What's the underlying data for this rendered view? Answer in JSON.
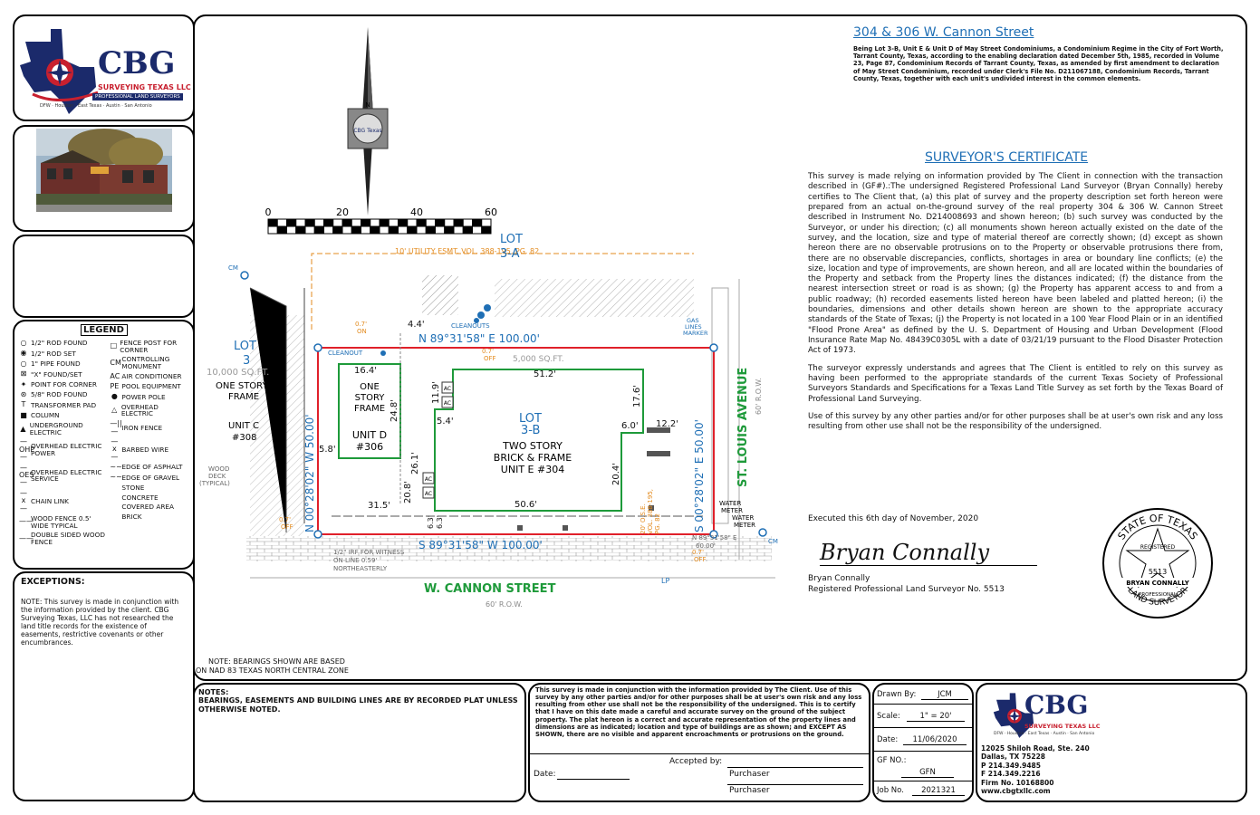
{
  "company": {
    "name": "CBG",
    "subname": "SURVEYING TEXAS LLC",
    "tagline": "PROFESSIONAL LAND SURVEYORS",
    "cities": "DFW · Houston · East Texas · Austin · San Antonio",
    "address1": "12025 Shiloh Road, Ste. 240",
    "address2": "Dallas, TX 75228",
    "phone": "P 214.349.9485",
    "fax": "F 214.349.2216",
    "firm": "Firm No. 10168800",
    "web": "www.cbgtxllc.com"
  },
  "colors": {
    "brand_red": "#c8202f",
    "brand_navy": "#1b2a6b",
    "boundary": "#e0202a",
    "building": "#1e9a3a",
    "easement": "#e38b1f",
    "label_blue": "#1f6fb5"
  },
  "legend": {
    "title": "LEGEND",
    "left": [
      {
        "sym": "○",
        "label": "1/2\" ROD FOUND"
      },
      {
        "sym": "◉",
        "label": "1/2\" ROD SET"
      },
      {
        "sym": "○",
        "label": "1\" PIPE FOUND"
      },
      {
        "sym": "⊠",
        "label": "\"X\" FOUND/SET"
      },
      {
        "sym": "✦",
        "label": "POINT FOR CORNER"
      },
      {
        "sym": "⊛",
        "label": "5/8\" ROD FOUND"
      },
      {
        "sym": "T",
        "label": "TRANSFORMER PAD"
      },
      {
        "sym": "■",
        "label": "COLUMN"
      },
      {
        "sym": "▲",
        "label": "UNDERGROUND ELECTRIC"
      },
      {
        "sym": "—OHP—",
        "label": "OVERHEAD ELECTRIC POWER"
      },
      {
        "sym": "—OES—",
        "label": "OVERHEAD ELECTRIC SERVICE"
      },
      {
        "sym": "—x—",
        "label": "CHAIN LINK"
      },
      {
        "sym": "——",
        "label": "WOOD FENCE 0.5' WIDE TYPICAL"
      },
      {
        "sym": "——",
        "label": "DOUBLE SIDED WOOD FENCE"
      }
    ],
    "right": [
      {
        "sym": "□",
        "label": "FENCE POST FOR CORNER"
      },
      {
        "sym": "CM",
        "label": "CONTROLLING MONUMENT"
      },
      {
        "sym": "AC",
        "label": "AIR CONDITIONER"
      },
      {
        "sym": "PE",
        "label": "POOL EQUIPMENT"
      },
      {
        "sym": "●",
        "label": "POWER POLE"
      },
      {
        "sym": "△",
        "label": "OVERHEAD ELECTRIC"
      },
      {
        "sym": "—||—",
        "label": "IRON FENCE"
      },
      {
        "sym": "—x—",
        "label": "BARBED WIRE"
      },
      {
        "sym": "~~",
        "label": "EDGE OF ASPHALT"
      },
      {
        "sym": "~~",
        "label": "EDGE OF GRAVEL"
      },
      {
        "sym": "",
        "label": "STONE"
      },
      {
        "sym": "",
        "label": "CONCRETE"
      },
      {
        "sym": "",
        "label": "COVERED AREA"
      },
      {
        "sym": "",
        "label": "BRICK"
      }
    ]
  },
  "exceptions": {
    "title": "EXCEPTIONS:",
    "note": "NOTE: This survey is made in conjunction with the information provided by the client. CBG Surveying Texas, LLC has not researched the land title records for the existence of easements, restrictive covenants or other encumbrances."
  },
  "drawing": {
    "scale_ticks": [
      "0",
      "20",
      "40",
      "60"
    ],
    "bearing_note_1": "NOTE: BEARINGS SHOWN ARE BASED",
    "bearing_note_2": "ON NAD 83 TEXAS NORTH CENTRAL ZONE",
    "compass_label": "CBG Texas",
    "lot_3a": "LOT\n3-A",
    "lot_3": "LOT\n3",
    "lot_3_area": "10,000 SQ.FT.",
    "lot_3_desc": "ONE STORY\nFRAME",
    "unit_c": "UNIT C\n#308",
    "wood_deck": "WOOD\nDECK\n(TYPICAL)",
    "lot_3b": "LOT\n3-B",
    "lot_3b_desc": "TWO STORY\nBRICK & FRAME\nUNIT E #304",
    "unit_d_desc": "ONE\nSTORY\nFRAME",
    "unit_d": "UNIT D\n#306",
    "area": "5,000 SQ.FT.",
    "utility_esmt": "10' UTILITY ESMT.\nVOL. 388-195, PG. 82",
    "ose": "20' O.S.E.\nVOL. 388-195,\nPG. 82",
    "north_bearing": "N 89°31'58\" E 100.00'",
    "south_bearing": "S 89°31'58\" W 100.00'",
    "west_bearing": "N 00°28'02\" W 50.00'",
    "east_bearing": "S 00°28'02\" E 50.00'",
    "dims": [
      "16.4'",
      "24.8'",
      "5.8'",
      "51.2'",
      "11.9'",
      "5.4'",
      "17.6'",
      "6.0'",
      "12.2'",
      "26.1'",
      "20.4'",
      "31.5'",
      "20.8'",
      "50.6'",
      "6.3'",
      "6.3'",
      "4.4'",
      "0.7'\nON",
      "0.7'\nOFF",
      "0.7'\nOFF",
      "0.7'\nOFF"
    ],
    "street_south": "W. CANNON STREET",
    "street_south_row": "60' R.O.W.",
    "street_east": "ST. LOUIS AVENUE",
    "street_east_row": "60' R.O.W.",
    "cleanout": "CLEANOUT",
    "cleanouts": "CLEANOUTS",
    "gas_marker": "GAS\nLINES\nMARKER",
    "water_meter": "WATER\nMETER",
    "irf_note": "1/2\" IRF FOR WITNESS\nON LINE 0.59'\nNORTHEASTERLY",
    "east_small_bearing": "N 89°31'58\" E\n60.00'",
    "cm": "CM",
    "lp": "LP",
    "ac": "AC"
  },
  "header": {
    "title": "304 & 306 W. Cannon Street",
    "description": "Being Lot 3-B, Unit E & Unit D of May Street Condominiums, a Condominium Regime in the City of Fort Worth, Tarrant County, Texas, according to the enabling declaration dated December 5th, 1985, recorded in Volume 23, Page 87, Condominium Records of Tarrant County, Texas, as amended by first amendment to declaration of May Street Condominium, recorded under Clerk's File No. D211067188, Condominium Records, Tarrant County, Texas, together with each unit's undivided interest in the common elements."
  },
  "certificate": {
    "title": "SURVEYOR'S CERTIFICATE",
    "p1": "This survey is made relying on information provided by The Client in connection with the transaction described in (GF#).:The undersigned Registered Professional Land Surveyor (Bryan Connally) hereby certifies to The Client that, (a) this plat of survey and the property description set forth hereon were prepared from an actual on-the-ground survey of the real property 304 & 306 W. Cannon Street described in Instrument No. D214008693 and shown hereon; (b) such survey was conducted by the Surveyor, or under his direction; (c) all monuments shown hereon actually existed on the date of the survey, and the location, size and type of material thereof are correctly shown; (d) except as shown hereon there are no observable protrusions on to the Property or observable protrusions there from, there are no observable discrepancies, conflicts, shortages in area or boundary line conflicts; (e) the size, location and type of improvements, are shown hereon, and all are located within the boundaries of the Property and setback from the Property lines the distances indicated; (f) the distance from the nearest intersection street or road is as shown; (g) the Property has apparent access to and from a public roadway; (h) recorded easements listed hereon have been labeled and platted hereon; (i) the boundaries, dimensions and other details shown hereon are shown to the appropriate accuracy standards of the State of Texas; (j) the Property is not located in a 100 Year Flood Plain or in an identified \"Flood Prone Area\" as defined by the U. S. Department of Housing and Urban Development (Flood Insurance Rate Map No. 48439C0305L with a date of 03/21/19 pursuant to the Flood Disaster Protection Act of 1973.",
    "p2": "The surveyor expressly understands and agrees that The Client is entitled to rely on this survey as having been performed to the appropriate standards of the current Texas Society of Professional Surveyors Standards and Specifications for a Texas Land Title Survey as set forth by the Texas Board of Professional Land Surveying.",
    "p3": "Use of this survey by any other parties and/or for other purposes shall be at user's own risk and any loss resulting from other use shall not be the responsibility of the undersigned.",
    "executed": "Executed this 6th day of November, 2020",
    "signature": "Bryan Connally",
    "surveyor_name": "Bryan Connally",
    "surveyor_reg": "Registered Professional Land Surveyor No. 5513"
  },
  "seal": {
    "top": "STATE OF TEXAS",
    "registered": "REGISTERED",
    "professional": "PROFESSIONAL",
    "number": "5513",
    "name": "BRYAN CONNALLY",
    "bottom": "LAND SURVEYOR"
  },
  "footer": {
    "notes_title": "NOTES:",
    "notes_text": "BEARINGS, EASEMENTS AND BUILDING LINES ARE BY RECORDED PLAT UNLESS OTHERWISE NOTED.",
    "disclaimer": "This survey is made in conjunction with the information provided by The Client. Use of this survey by any other parties and/or for other purposes shall be at user's own risk and any loss resulting from other use shall not be the responsibility of the undersigned. This is to certify that I have on this date made a careful and accurate survey on the ground of the subject property. The plat hereon is a correct and accurate representation of the property lines and dimensions are as indicated; location and type of buildings are as shown; and EXCEPT AS SHOWN, there are no visible and apparent encroachments or protrusions on the ground.",
    "accepted_by": "Accepted by:",
    "date_label": "Date:",
    "purchaser": "Purchaser",
    "drawn_by_label": "Drawn By:",
    "drawn_by": "JCM",
    "scale_label": "Scale:",
    "scale": "1\" = 20'",
    "date2_label": "Date:",
    "date2": "11/06/2020",
    "gf_label": "GF NO.:",
    "gf": "GFN",
    "job_label": "Job No.",
    "job": "2021321"
  }
}
